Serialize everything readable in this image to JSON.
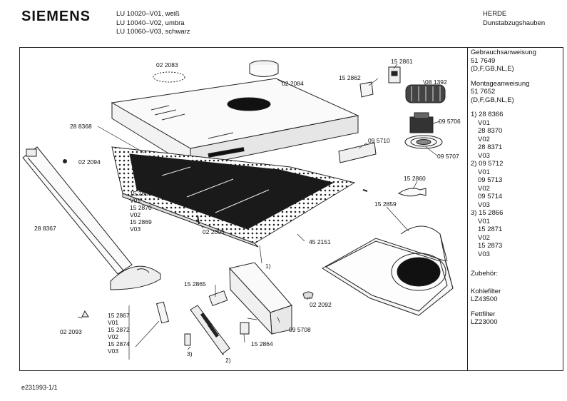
{
  "header": {
    "brand": "SIEMENS",
    "models": [
      "LU 10020–V01, weiß",
      "LU 10040–V02, umbra",
      "LU 10060–V03, schwarz"
    ],
    "category_line1": "HERDE",
    "category_line2": "Dunstabzugshauben"
  },
  "sidebar": {
    "manuals": [
      {
        "title": "Gebrauchsanweisung",
        "number": "51 7649",
        "languages": "(D,F,GB,NL,E)"
      },
      {
        "title": "Montageanweisung",
        "number": "51 7652",
        "languages": "(D,F,GB,NL,E)"
      }
    ],
    "variants": [
      [
        "1) 28 8366",
        "V01",
        "28 8370",
        "V02",
        "28 8371",
        "V03"
      ],
      [
        "2) 09 5712",
        "V01",
        "09 5713",
        "V02",
        "09 5714",
        "V03"
      ],
      [
        "3) 15 2866",
        "V01",
        "15 2871",
        "V02",
        "15 2873",
        "V03"
      ]
    ],
    "accessories_heading": "Zubehör:",
    "accessories": [
      {
        "name": "Kohlefilter",
        "code": "LZ43500"
      },
      {
        "name": "Fettfilter",
        "code": "LZ23000"
      }
    ]
  },
  "callouts": {
    "c_022083": "02 2083",
    "c_022084": "02 2084",
    "c_152861": "15 2861",
    "c_152862": "15 2862",
    "c_081392": "08 1392",
    "c_095706": "09 5706",
    "c_095707": "09 5707",
    "c_095710": "09 5710",
    "c_288368": "28 8368",
    "c_022094": "02 2094",
    "c_152860": "15 2860",
    "c_152859": "15 2859",
    "c_288367": "28 8367",
    "c_022095": "02 2095",
    "c_452151": "45 2151",
    "c_ref1": "1)",
    "c_152865": "15 2865",
    "c_022092": "02 2092",
    "c_095708": "09 5708",
    "c_152864": "15 2864",
    "c_022093": "02 2093",
    "c_ref2": "2)",
    "c_ref3": "3)",
    "group_a": [
      "15 2863",
      "V01",
      "15 2870",
      "V02",
      "15 2869",
      "V03"
    ],
    "group_b": [
      "15 2867",
      "V01",
      "15 2872",
      "V02",
      "15 2874",
      "V03"
    ]
  },
  "footer": {
    "document_id": "e231993-1/1"
  }
}
